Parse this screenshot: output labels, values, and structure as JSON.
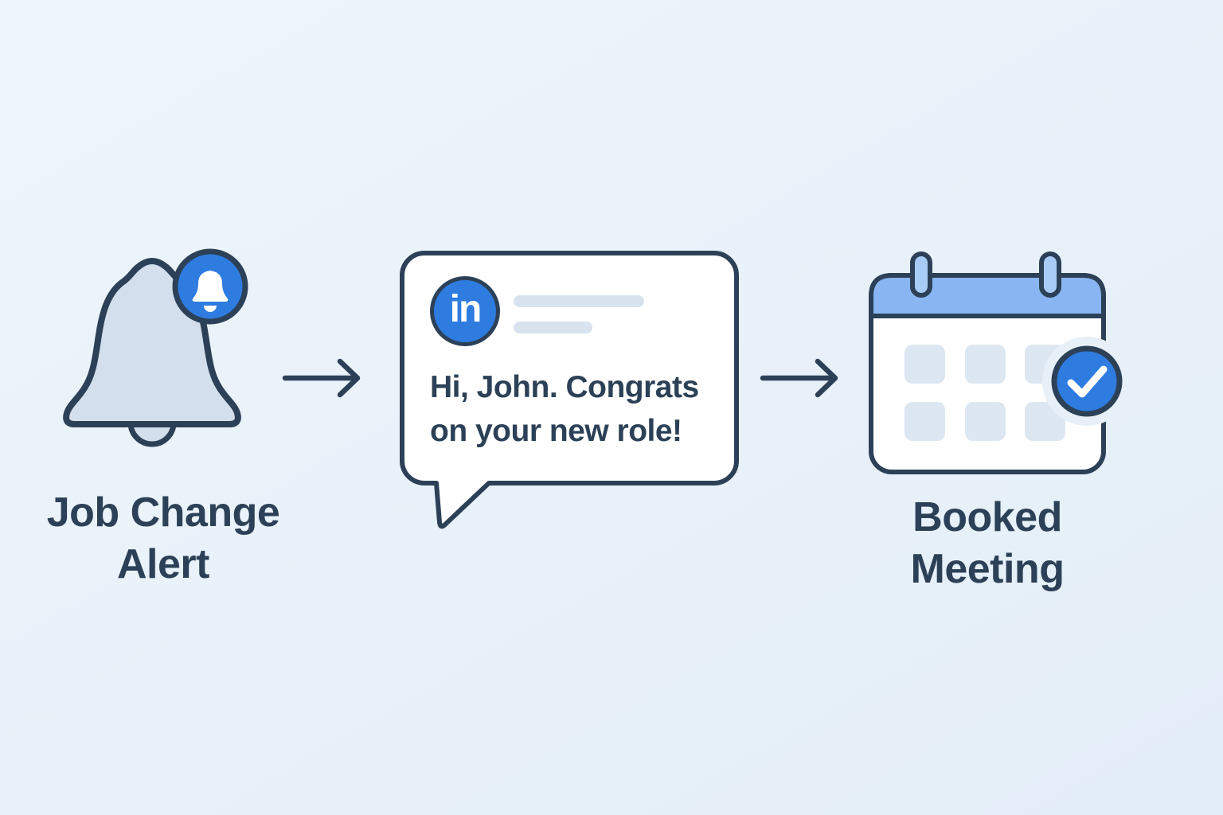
{
  "diagram": {
    "colors": {
      "background_start": "#eef5fc",
      "background_end": "#e4eef8",
      "outline": "#2c4157",
      "accent_blue": "#2e7ce0",
      "text": "#2c4157",
      "bell_fill": "#d3dfec",
      "calendar_header": "#89b6f2",
      "calendar_ring": "#a9ccf6",
      "calendar_square": "#dde7f2",
      "placeholder_bar": "#d8e3ef",
      "card_white": "#ffffff"
    },
    "steps": [
      {
        "id": "job-change-alert",
        "icon": "notification-bell-icon",
        "label_line1": "Job Change",
        "label_line2": "Alert"
      },
      {
        "id": "linkedin-message",
        "icon": "linkedin-logo-icon",
        "linkedin_glyph": "in",
        "message_line1": "Hi, John. Congrats",
        "message_line2": "on your new role!"
      },
      {
        "id": "booked-meeting",
        "icon": "calendar-check-icon",
        "label_line1": "Booked",
        "label_line2": "Meeting"
      }
    ],
    "arrows": [
      {
        "id": "arrow-1",
        "direction": "right"
      },
      {
        "id": "arrow-2",
        "direction": "right"
      }
    ]
  }
}
